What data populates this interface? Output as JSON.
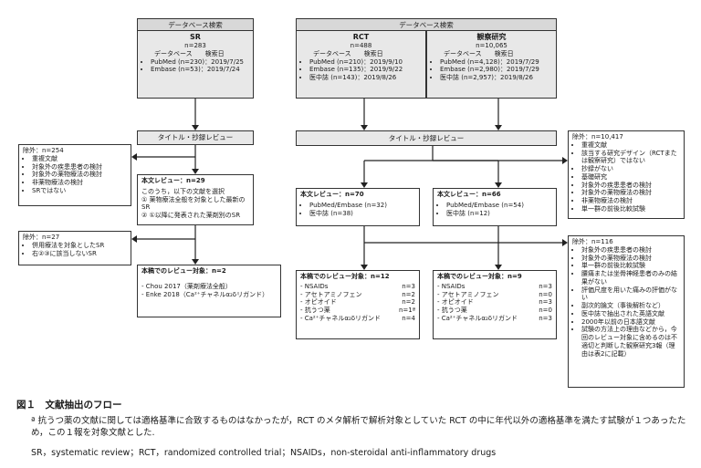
{
  "db_search_left": "データベース検索",
  "db_search_right": "データベース検索",
  "sr": {
    "name": "SR",
    "n": "n=283",
    "col_db": "データベース",
    "col_date": "検索日",
    "items": [
      "PubMed (n=230)：2019/7/25",
      "Embase (n=53)：2019/7/24"
    ]
  },
  "rct": {
    "name": "RCT",
    "n": "n=488",
    "col_db": "データベース",
    "col_date": "検索日",
    "items": [
      "PubMed (n=210)：2019/9/10",
      "Embase (n=135)：2019/9/22",
      "医中誌 (n=143)：2019/8/26"
    ]
  },
  "obs": {
    "name": "観察研究",
    "n": "n=10,065",
    "col_db": "データベース",
    "col_date": "検索日",
    "items": [
      "PubMed (n=4,128)：2019/7/29",
      "Embase (n=2,980)：2019/7/29",
      "医中誌 (n=2,957)：2019/8/26"
    ]
  },
  "title_review_left": "タイトル・抄録レビュー",
  "title_review_right": "タイトル・抄録レビュー",
  "excl_254": {
    "head": "除外：n=254",
    "items": [
      "重複文献",
      "対象外の疾患患者の検討",
      "対象外の薬物療法の検討",
      "非薬物療法の検討",
      "SRではない"
    ]
  },
  "excl_10417": {
    "head": "除外：n=10,417",
    "items": [
      "重複文献",
      "該当する研究デザイン（RCTまたは観察研究）ではない",
      "抄録がない",
      "基礎研究",
      "対象外の疾患患者の検討",
      "対象外の薬物療法の検討",
      "非薬物療法の検討",
      "単一群の前後比較試験"
    ]
  },
  "full_sr": {
    "head": "本文レビュー：n=29",
    "line1": "このうち，以下の文献を選択",
    "line2": "① 薬物療法全般を対象とした最新のSR",
    "line3": "② ①以降に発表された薬剤別のSR"
  },
  "full_rct": {
    "head": "本文レビュー：n=70",
    "items": [
      "PubMed/Embase (n=32)",
      "医中誌 (n=38)"
    ]
  },
  "full_obs": {
    "head": "本文レビュー：n=66",
    "items": [
      "PubMed/Embase (n=54)",
      "医中誌 (n=12)"
    ]
  },
  "excl_27": {
    "head": "除外：n=27",
    "items": [
      "併用療法を対象としたSR",
      "右②③に該当しないSR"
    ]
  },
  "excl_116": {
    "head": "除外：n=116",
    "items": [
      "対象外の疾患患者の検討",
      "対象外の薬物療法の検討",
      "単一群の前後比較試験",
      "腰痛または坐骨神経患者のみの結果がない",
      "評価尺度を用いた痛みの評価がない",
      "副次的論文（事後解析など）",
      "医中誌で抽出された英語文献",
      "2000年以前の日本語文献",
      "試験の方法上の理由などから，今回のレビュー対象に含めるのは不適切と判断した観察研究3報（理由は表2に記載）"
    ]
  },
  "target_sr": {
    "head": "本稿でのレビュー対象：n=2",
    "items": [
      "Chou 2017（薬剤療法全般）",
      "Enke 2018（Ca²⁺チャネルα₂δリガンド）"
    ]
  },
  "target_rct": {
    "head": "本稿でのレビュー対象：n=12",
    "rows": [
      [
        "NSAIDs",
        "n=3"
      ],
      [
        "アセトアミノフェン",
        "n=2"
      ],
      [
        "オピオイド",
        "n=2"
      ],
      [
        "抗うつ薬",
        "n=1ª"
      ],
      [
        "Ca²⁺チャネルα₂δリガンド",
        "n=4"
      ]
    ]
  },
  "target_obs": {
    "head": "本稿でのレビュー対象：n=9",
    "rows": [
      [
        "NSAIDs",
        "n=3"
      ],
      [
        "アセトアミノフェン",
        "n=0"
      ],
      [
        "オピオイド",
        "n=3"
      ],
      [
        "抗うつ薬",
        "n=0"
      ],
      [
        "Ca²⁺チャネルα₂δリガンド",
        "n=3"
      ]
    ]
  },
  "caption": {
    "title": "図１　文献抽出のフロー",
    "note": "ª 抗うつ薬の文献に関しては適格基準に合致するものはなかったが，RCT のメタ解析で解析対象としていた RCT の中に年代以外の適格基準を満たす試験が１つあったため，この１報を対象文献とした.",
    "abbr": "SR，systematic review；RCT，randomized controlled trial；NSAIDs，non-steroidal anti-inflammatory drugs"
  }
}
